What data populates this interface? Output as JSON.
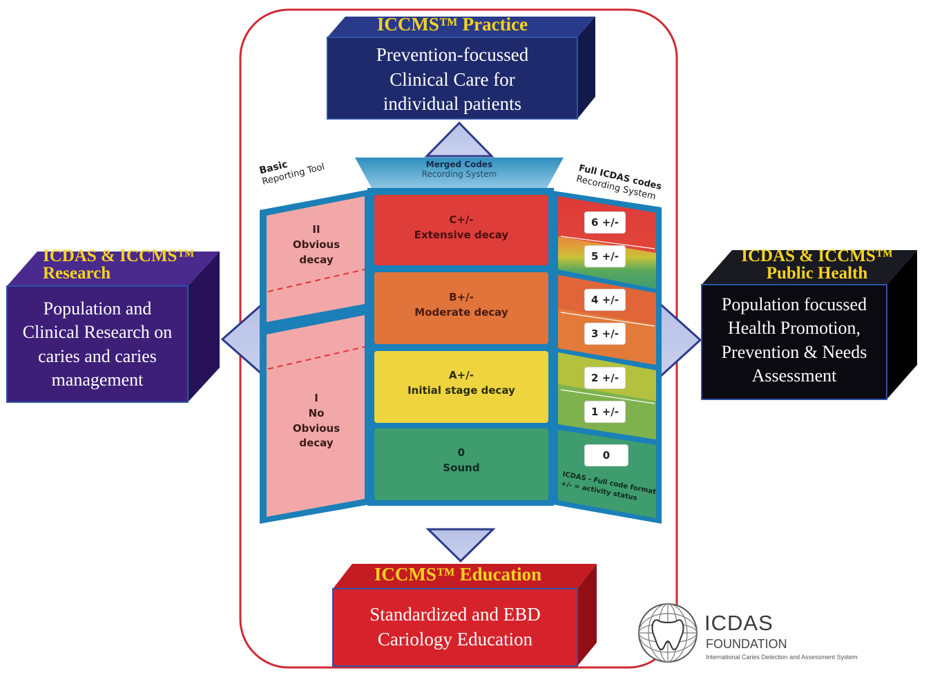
{
  "practice": {
    "title": "ICCMS™ Practice",
    "lines": [
      "Prevention-focussed",
      "Clinical Care for",
      "individual patients"
    ]
  },
  "research": {
    "title_lines": [
      "ICDAS & ICCMS™",
      "Research"
    ],
    "lines": [
      "Population and",
      "Clinical Research on",
      "caries and caries",
      "management"
    ]
  },
  "public_health": {
    "title_lines": [
      "ICDAS & ICCMS™",
      "Public Health"
    ],
    "lines": [
      "Population focussed",
      "Health Promotion,",
      "Prevention & Needs",
      "Assessment"
    ]
  },
  "education": {
    "title": "ICCMS™ Education",
    "lines": [
      "Standardized and EBD",
      "Cariology Education"
    ]
  },
  "basic_tool": {
    "line1": "Basic",
    "line2": "Reporting Tool"
  },
  "merged_codes": {
    "line1": "Merged Codes",
    "line2": "Recording System"
  },
  "full_icdas": {
    "line1": "Full ICDAS codes",
    "line2": "Recording System"
  },
  "basic": {
    "ii": [
      "II",
      "Obvious",
      "decay"
    ],
    "i": [
      "I",
      "No",
      "Obvious",
      "decay"
    ]
  },
  "merged": [
    {
      "code": "C+/-",
      "label": "Extensive decay",
      "color": "#de3d3a"
    },
    {
      "code": "B+/-",
      "label": "Moderate decay",
      "color": "#e0743a"
    },
    {
      "code": "A+/-",
      "label": "Initial stage decay",
      "color": "#eed540"
    },
    {
      "code": "0",
      "label": "Sound",
      "color": "#3f9c6f"
    }
  ],
  "full_codes": [
    "6 +/-",
    "5 +/-",
    "4 +/-",
    "3 +/-",
    "2 +/-",
    "1 +/-",
    "0"
  ],
  "full_note": [
    "ICDAS - Full code format",
    "+/- = activity status"
  ],
  "logo": {
    "name": "ICDAS",
    "sub": "FOUNDATION",
    "tagline": "International Caries Detection and Assessment System"
  },
  "colors": {
    "navy": "#1e2a6b",
    "purple": "#3d1f78",
    "black": "#0a0a10",
    "red": "#d6222a",
    "title_yellow": "#f5d31f",
    "border_blue": "#1b7fb8",
    "pink": "#f2a8a8",
    "frame_red": "#cf2a33"
  }
}
